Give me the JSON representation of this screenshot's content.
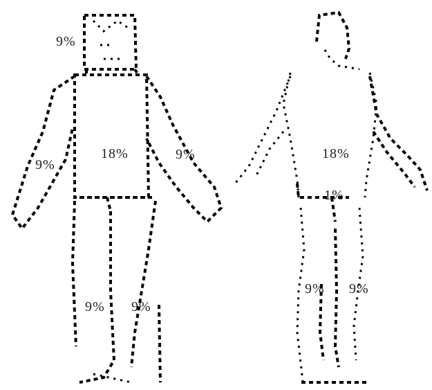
{
  "labels": {
    "front_head": "9%",
    "front_trunk": "18%",
    "front_left_arm": "9%",
    "front_right_arm": "9%",
    "front_left_leg": "9%",
    "front_right_leg": "9%",
    "back_trunk": "18%",
    "back_perineum": "1%",
    "back_left_leg": "9%",
    "back_right_leg": "9%"
  }
}
